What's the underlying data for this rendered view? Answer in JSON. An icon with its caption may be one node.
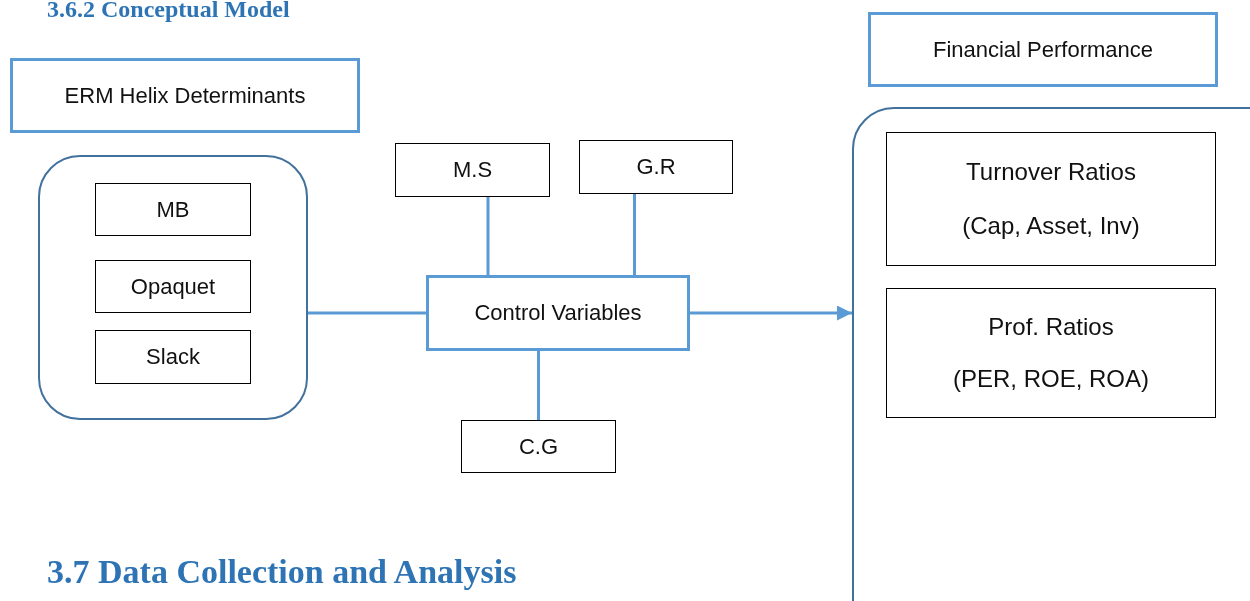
{
  "diagram": {
    "title": "3.6.2 Conceptual Model",
    "nodes": [
      {
        "text": [
          "ERM Helix Determinants"
        ]
      },
      {
        "text": [],
        "shape": "box"
      },
      {
        "text": [
          "MB"
        ],
        "in": 1
      },
      {
        "text": [
          "Opaquet"
        ],
        "in": 1
      },
      {
        "text": [
          "Slack"
        ],
        "in": 1
      },
      {
        "text": [
          "M.S"
        ]
      },
      {
        "text": [
          "G.R"
        ]
      },
      {
        "text": [
          "Control Variables"
        ]
      },
      {
        "text": [
          "C.G"
        ]
      },
      {
        "text": [
          "Financial Performance"
        ]
      },
      {
        "text": [],
        "shape": "box"
      },
      {
        "text": [
          "Turnover Ratios",
          "(Cap, Asset, Inv)"
        ],
        "in": 10
      },
      {
        "text": [
          "Prof. Ratios",
          "(PER, ROE, ROA)"
        ],
        "in": 10
      }
    ],
    "edges": [
      {
        "from": 1,
        "to": 7,
        "arrow": "none"
      },
      {
        "from": 5,
        "to": 7,
        "arrow": "none"
      },
      {
        "from": 6,
        "to": 7,
        "arrow": "none"
      },
      {
        "from": 7,
        "to": 8,
        "arrow": "none"
      },
      {
        "from": 7,
        "to": 10,
        "arrow": "to"
      }
    ],
    "labels": [
      "3.7 Data Collection and Analysis"
    ]
  }
}
